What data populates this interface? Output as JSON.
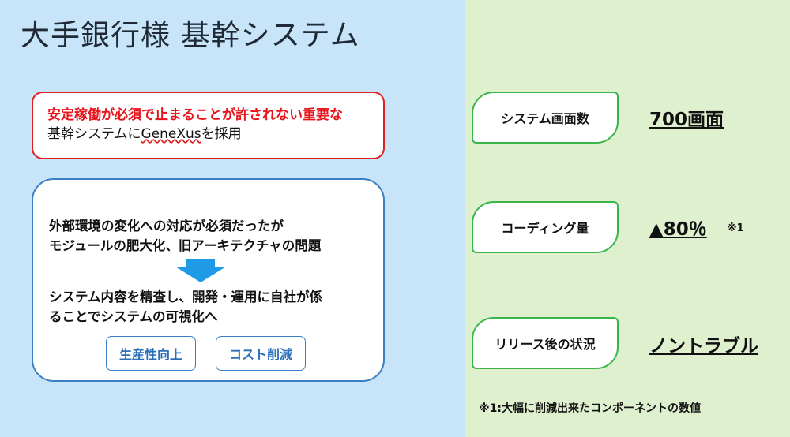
{
  "title": "大手銀行様 基幹システム",
  "red_box": {
    "line1": "安定稼働が必須で止まることが許されない重要な",
    "line2_prefix": "基幹システムに",
    "line2_product": "GeneXus",
    "line2_suffix": "を採用"
  },
  "blue_box": {
    "line1": "外部環境の変化への対応が必須だったが",
    "line2": "モジュールの肥大化、旧アーキテクチャの問題",
    "line3": "システム内容を精査し、開発・運用に自社が係",
    "line4": "ることでシステムの可視化へ",
    "pill1": "生産性向上",
    "pill2": "コスト削減"
  },
  "metrics": [
    {
      "label": "システム画面数",
      "value": "700画面"
    },
    {
      "label": "コーディング量",
      "value": "▲80％",
      "note": "※1"
    },
    {
      "label": "リリース後の状況",
      "value": "ノントラブル"
    }
  ],
  "footnote": "※1:大幅に削減出来たコンポーネントの数値",
  "colors": {
    "left_bg": "#c7e4f8",
    "right_bg": "#dff0cf",
    "red_accent": "#e8141c",
    "blue_accent": "#3a7fc4",
    "green_accent": "#3ab54a",
    "arrow": "#1f9ae6"
  }
}
